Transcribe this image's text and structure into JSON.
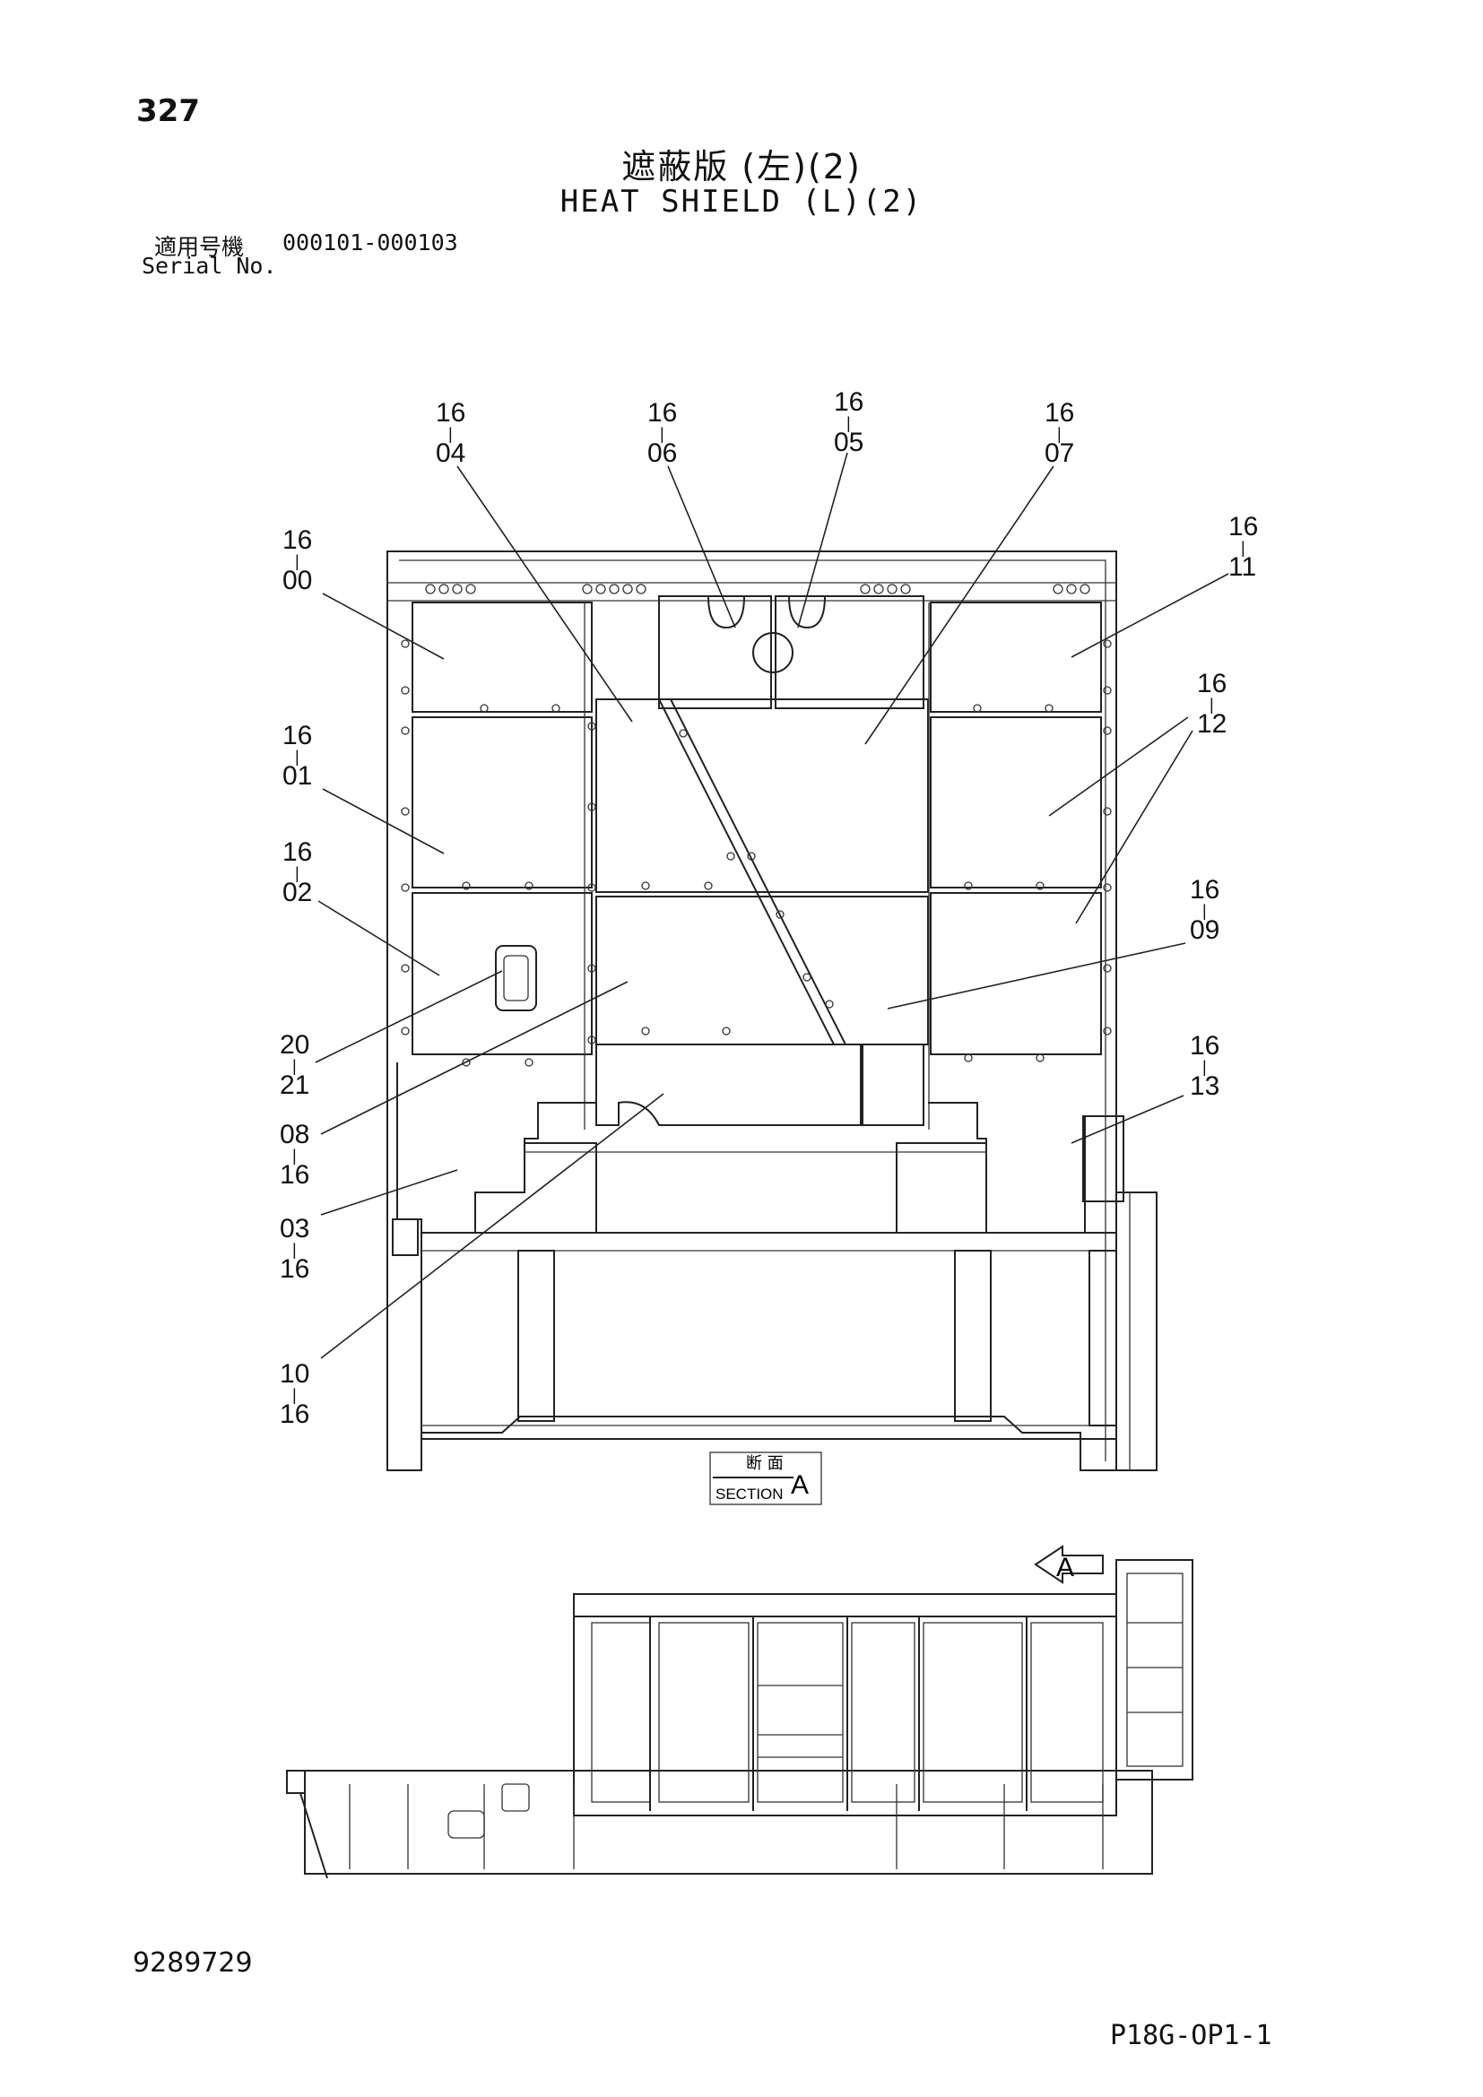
{
  "page_number": "327",
  "title_ja": "遮蔽版 (左)(2)",
  "title_en": "HEAT SHIELD (L)(2)",
  "serial_label_ja": "適用号機",
  "serial_range": "000101-000103",
  "serial_label_en": "Serial No.",
  "section_label_ja": "断 面",
  "section_label_en": "SECTION",
  "section_letter": "A",
  "view_arrow_letter": "A",
  "document_number": "9289729",
  "page_code": "P18G-OP1-1",
  "callouts": [
    {
      "top": "16",
      "sep": "|",
      "bottom": "04"
    },
    {
      "top": "16",
      "sep": "|",
      "bottom": "06"
    },
    {
      "top": "16",
      "sep": "|",
      "bottom": "05"
    },
    {
      "top": "16",
      "sep": "|",
      "bottom": "07"
    },
    {
      "top": "16",
      "sep": "|",
      "bottom": "00"
    },
    {
      "top": "16",
      "sep": "|",
      "bottom": "11"
    },
    {
      "top": "16",
      "sep": "|",
      "bottom": "12"
    },
    {
      "top": "16",
      "sep": "|",
      "bottom": "01"
    },
    {
      "top": "16",
      "sep": "|",
      "bottom": "02"
    },
    {
      "top": "16",
      "sep": "|",
      "bottom": "09"
    },
    {
      "top": "20",
      "sep": "|",
      "bottom": "21"
    },
    {
      "top": "16",
      "sep": "|",
      "bottom": "13"
    },
    {
      "top": "08",
      "sep": "|",
      "bottom": "16"
    },
    {
      "top": "03",
      "sep": "|",
      "bottom": "16"
    },
    {
      "top": "10",
      "sep": "|",
      "bottom": "16"
    }
  ]
}
